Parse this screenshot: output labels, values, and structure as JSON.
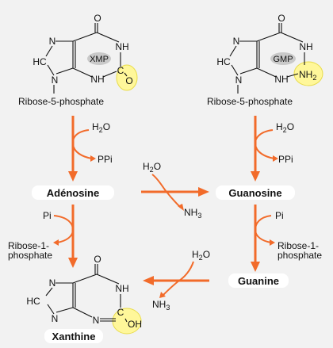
{
  "colors": {
    "arrow": "#f26b2a",
    "highlight": "#fff79a",
    "background": "#f2f2f2",
    "badge": "#c9c9c9"
  },
  "xmp": {
    "badge": "XMP",
    "sugar": "Ribose-5-phosphate",
    "atoms": {
      "o_top": "O",
      "n_left": "N",
      "hc": "HC",
      "n_bottom": "N",
      "nh_right": "NH",
      "nh_bottom": "NH",
      "c": "C",
      "o_right": "O"
    }
  },
  "gmp": {
    "badge": "GMP",
    "sugar": "Ribose-5-phosphate",
    "atoms": {
      "o_top": "O",
      "n_left": "N",
      "hc": "HC",
      "n_bottom": "N",
      "nh_right": "NH",
      "nh_bottom": "NH",
      "nh2": "NH",
      "nh2_sub": "2"
    }
  },
  "xanthine": {
    "name": "Xanthine",
    "atoms": {
      "o_top": "O",
      "n_left": "N",
      "hc": "HC",
      "n_bottom": "N",
      "nh_right": "NH",
      "n_ring": "N",
      "c": "C",
      "oh": "OH"
    }
  },
  "compounds": {
    "adenosine": "Adénosine",
    "guanosine": "Guanosine",
    "guanine": "Guanine"
  },
  "reagents": {
    "h2o_left": {
      "main": "H",
      "sub": "2",
      "tail": "O"
    },
    "ppi_left": "PPi",
    "h2o_right": {
      "main": "H",
      "sub": "2",
      "tail": "O"
    },
    "ppi_right": "PPi",
    "h2o_mid": {
      "main": "H",
      "sub": "2",
      "tail": "O"
    },
    "nh3_mid": {
      "main": "NH",
      "sub": "3"
    },
    "pi_left": "Pi",
    "ribose1_left": [
      "Ribose-1-",
      "phosphate"
    ],
    "pi_right": "Pi",
    "ribose1_right": [
      "Ribose-1-",
      "phosphate"
    ],
    "h2o_bottom": {
      "main": "H",
      "sub": "2",
      "tail": "O"
    },
    "nh3_bottom": {
      "main": "NH",
      "sub": "3"
    }
  }
}
